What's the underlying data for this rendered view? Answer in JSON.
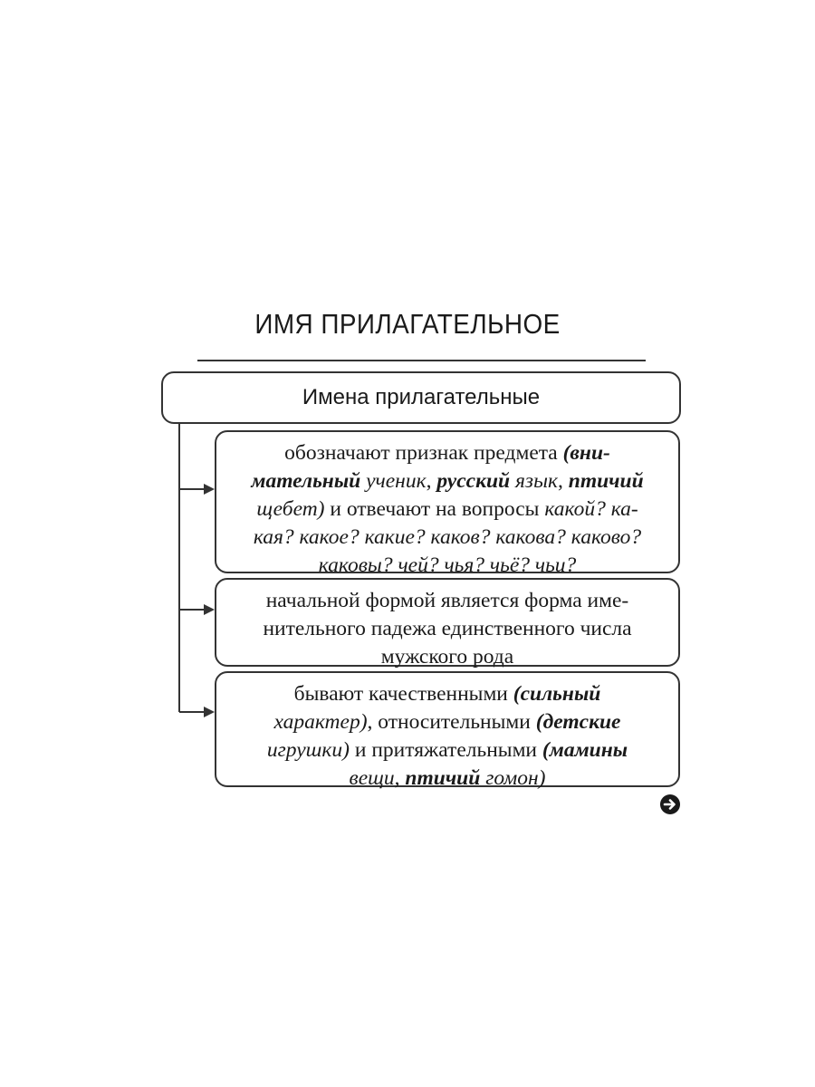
{
  "title": "ИМЯ ПРИЛАГАТЕЛЬНОЕ",
  "header_box": "Имена прилагательные",
  "item1": {
    "p1": "обозначают признак предмета ",
    "p2": "(вни-",
    "p3": "мательный",
    "p4": " ученик",
    "p5": ", ",
    "p6": "русский",
    "p7": " язык",
    "p8": ", ",
    "p9": "птичий",
    "p10": "щебет)",
    "p11": " и отвечают на вопросы ",
    "p12": "какой? ка-",
    "p13": "кая? какое? какие? каков? какова? каково?",
    "p14": "каковы? чей? чья? чьё? чьи?"
  },
  "item2": {
    "line1": "начальной формой является форма име-",
    "line2": "нительного падежа единственного числа",
    "line3": "мужского рода"
  },
  "item3": {
    "p1": "бывают качественными ",
    "p2": "(сильный",
    "p3": "характер)",
    "p4": ", относительными ",
    "p5": "(детские",
    "p6": "игрушки)",
    "p7": " и притяжательными ",
    "p8": "(мамины",
    "p9": "вещи",
    "p10": ", ",
    "p11": "птичий",
    "p12": " гомон)"
  },
  "icons": {
    "next": "arrow-right-circle-icon"
  }
}
